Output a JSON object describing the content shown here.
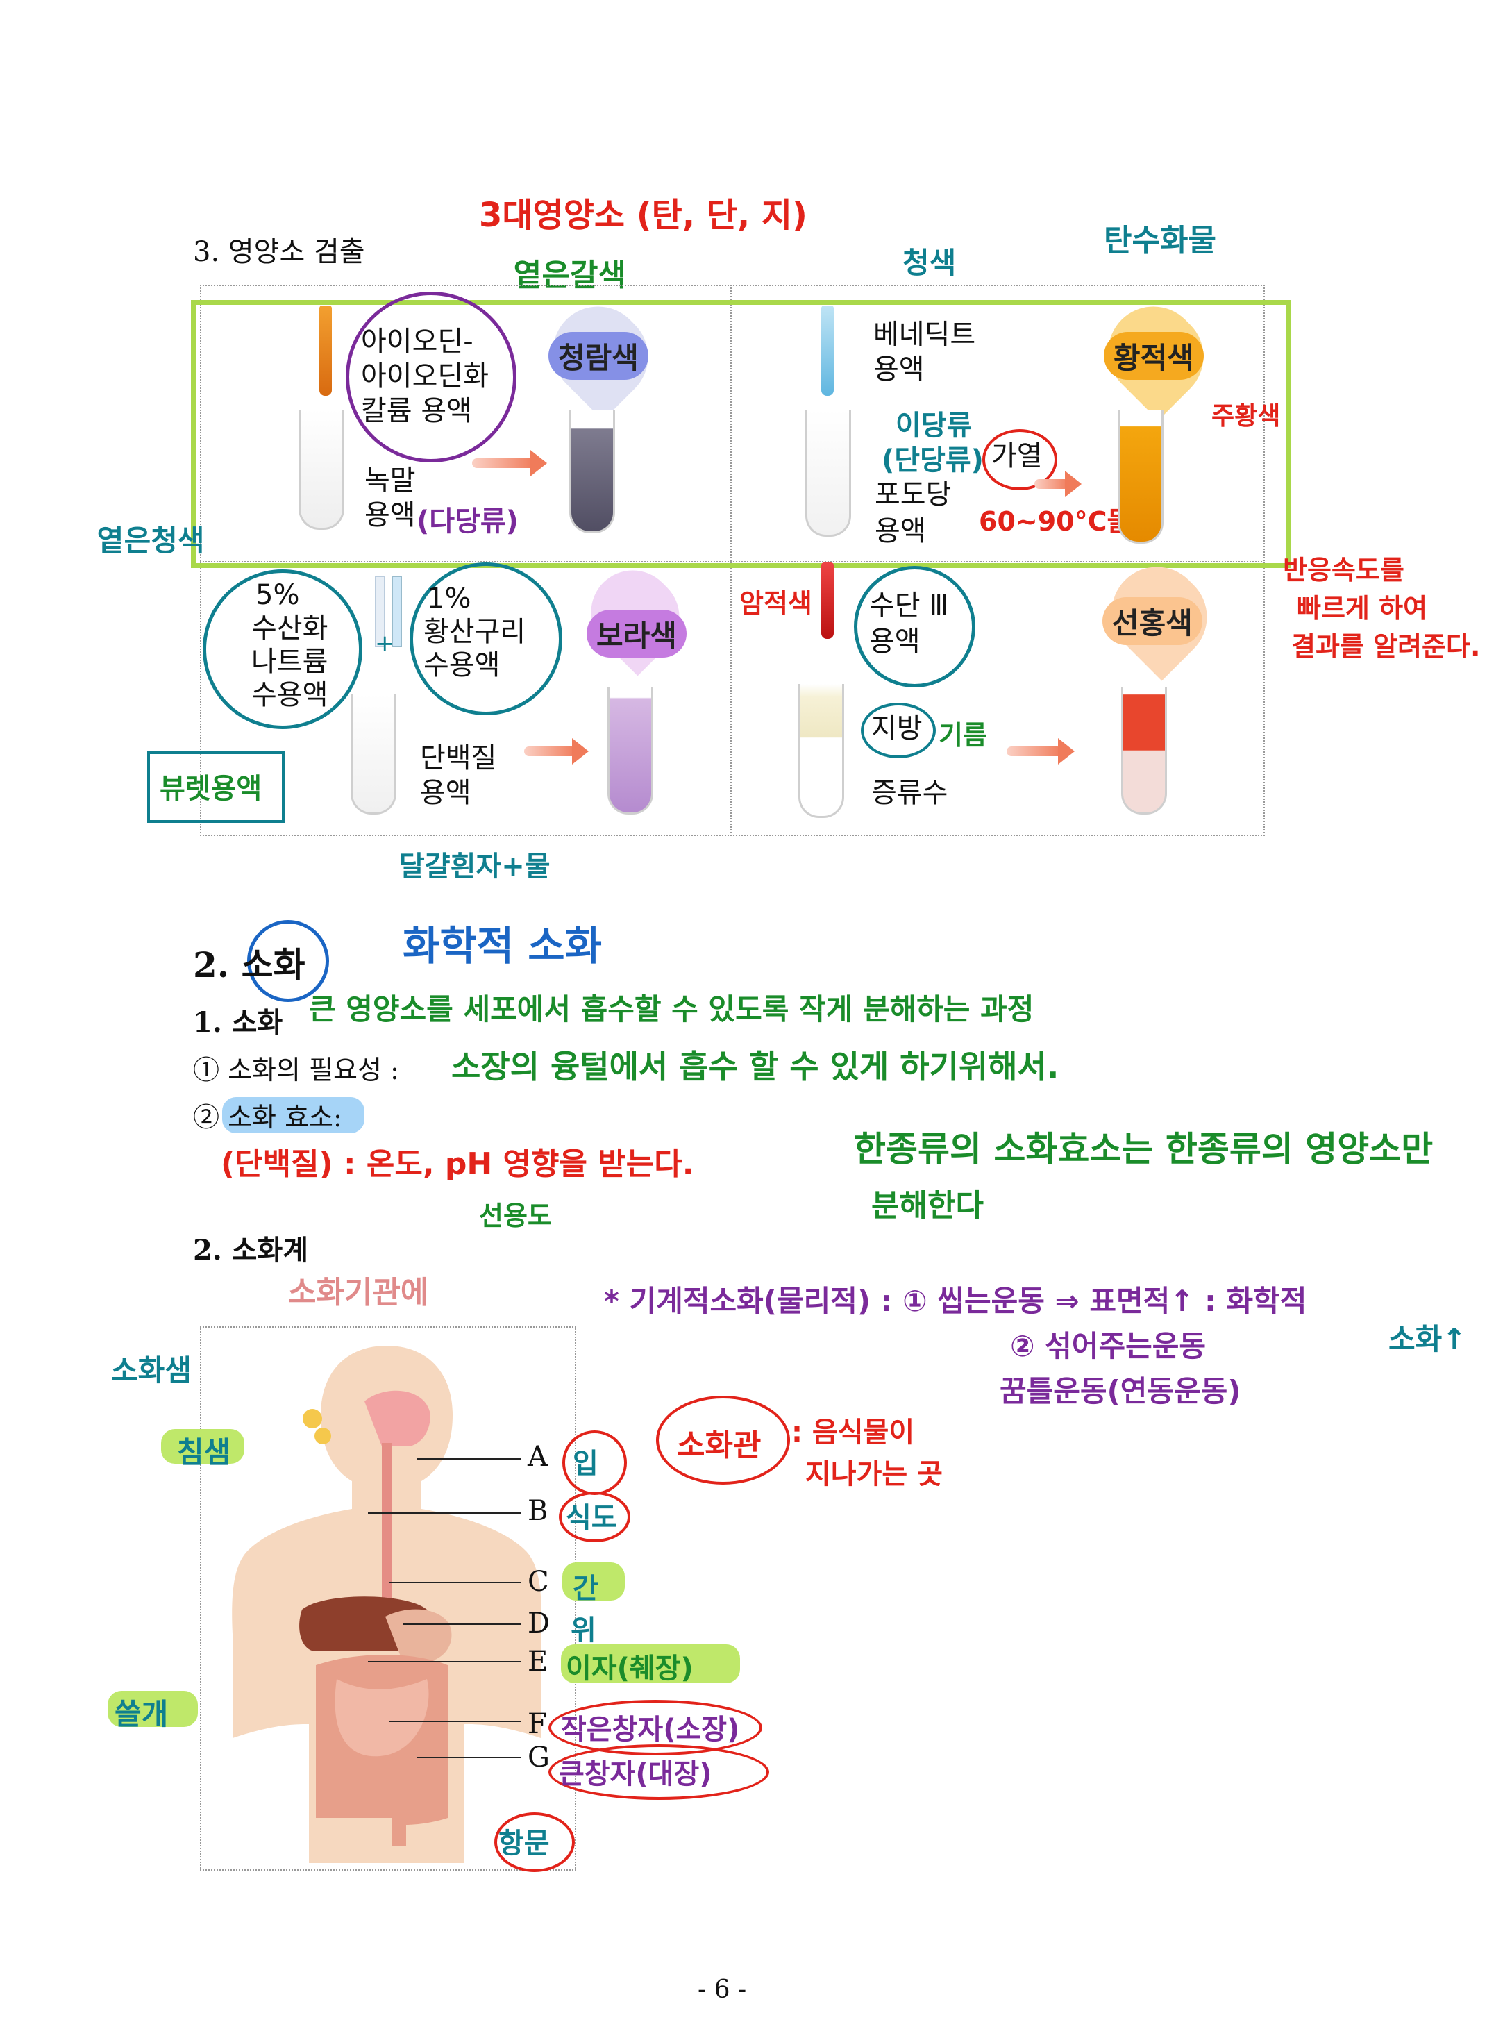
{
  "section3": {
    "title": "3. 영양소 검출",
    "note_top": "3대영양소 (탄, 단, 지)",
    "note_light_brown": "옅은갈색",
    "note_top_left_yellow": "청색",
    "note_carbo": "탄수화물",
    "note_light_blue": "옅은청색",
    "starch": {
      "reagent": [
        "아이오딘-",
        "아이오딘화",
        "칼륨 용액"
      ],
      "sample": [
        "녹말",
        "용액"
      ],
      "sample_note": "(다당류)",
      "result": "청람색"
    },
    "glucose": {
      "reagent": [
        "베네딕트",
        "용액"
      ],
      "sample": [
        "포도당",
        "용액"
      ],
      "sample_note": [
        "이당류",
        "(단당류)"
      ],
      "heat": "가열",
      "heat_note": "60~90°C물",
      "result": "황적색",
      "result_note": "주황색",
      "reaction_note": [
        "반응속도를",
        "빠르게 하여",
        "결과를 알려준다."
      ]
    },
    "protein": {
      "reagent_a": [
        "5%",
        "수산화",
        "나트륨",
        "수용액"
      ],
      "reagent_b": [
        "1%",
        "황산구리",
        "수용액"
      ],
      "plus": "+",
      "reagent_note": "뷰렛용액",
      "sample": [
        "단백질",
        "용액"
      ],
      "sample_note": "달걀흰자+물",
      "result": "보라색"
    },
    "fat": {
      "reagent": [
        "수단 Ⅲ",
        "용액"
      ],
      "reagent_note": "암적색",
      "sample_top": "지방",
      "sample_top_note": "기름",
      "sample_bottom": "증류수",
      "result": "선홍색"
    }
  },
  "section2": {
    "title": "2. 소화",
    "title_note": "화학적 소화",
    "item1_label": "1. 소화",
    "item1_note": "큰 영양소를 세포에서 흡수할 수 있도록 작게 분해하는 과정",
    "item2_label": "① 소화의 필요성 :",
    "item2_note": "소장의 융털에서 흡수 할 수 있게 하기위해서.",
    "item3_label": "② 소화 효소:",
    "item3_note_red": "(단백질) : 온도, pH 영향을 받는다.",
    "item3_note_green": "한종류의 소화효소는 한종류의 영양소만",
    "item3_note_green2": "분해한다",
    "item3_note_green3": "선용도",
    "item4_label": "2. 소화계",
    "item4_note": "소화기관에",
    "mech_line1": "* 기계적소화(물리적) : ① 씹는운동 ⇒ 표면적↑ : 화학적",
    "mech_line1b": "소화↑",
    "mech_line2": "② 섞어주는운동",
    "mech_line3": "꿈틀운동(연동운동)",
    "digestive_tract": "소화관",
    "digestive_tract_note": [
      ": 음식물이",
      "지나가는 곳"
    ],
    "left_notes": {
      "gland": "소화샘",
      "salivary": "침샘",
      "pancreas": "쓸개"
    },
    "organs": [
      {
        "letter": "A",
        "name": "입"
      },
      {
        "letter": "B",
        "name": "식도"
      },
      {
        "letter": "C",
        "name": "간"
      },
      {
        "letter": "D",
        "name": "위"
      },
      {
        "letter": "E",
        "name": "이자(췌장)"
      },
      {
        "letter": "F",
        "name": "작은창자(소장)"
      },
      {
        "letter": "G",
        "name": "큰창자(대장)"
      }
    ],
    "anus": "항문"
  },
  "footer": {
    "page": "- 6 -"
  }
}
